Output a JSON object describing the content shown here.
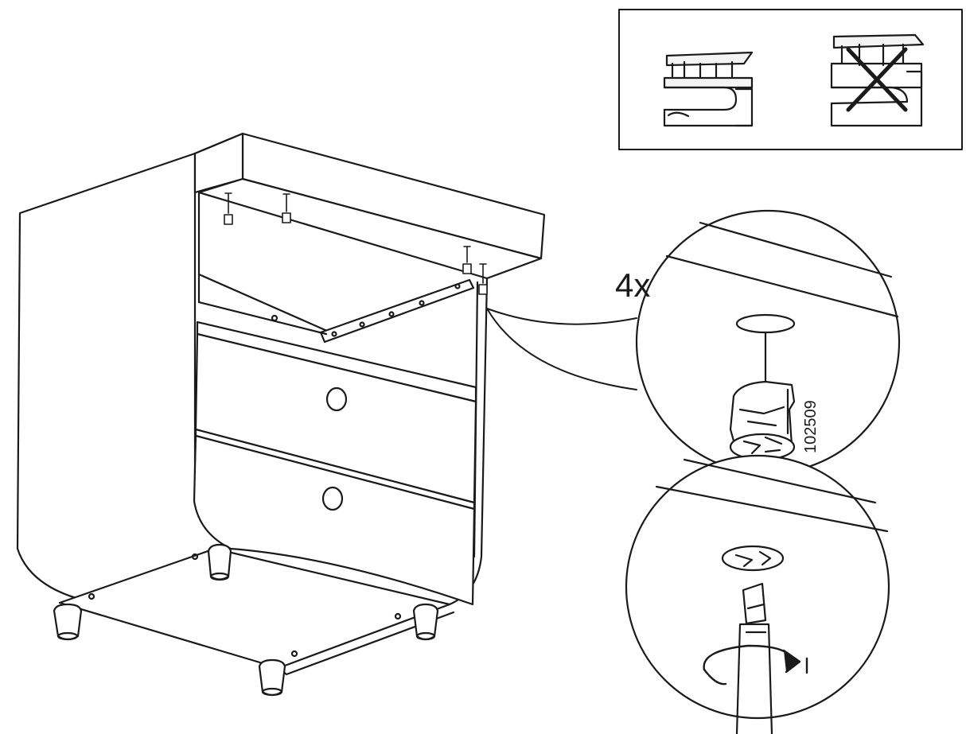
{
  "page": {
    "background_color": "#ffffff",
    "line_color": "#1a1a1a"
  },
  "callout": {
    "quantity_label": "4x",
    "part_number": "102509"
  },
  "detail_box": {
    "panels": [
      {
        "name": "correct-orientation"
      },
      {
        "name": "incorrect-orientation",
        "mark": "cross-icon"
      }
    ]
  },
  "icons": [
    "cam-lock-icon",
    "screwdriver-icon",
    "rotate-clockwise-arrow-icon",
    "cross-icon"
  ]
}
